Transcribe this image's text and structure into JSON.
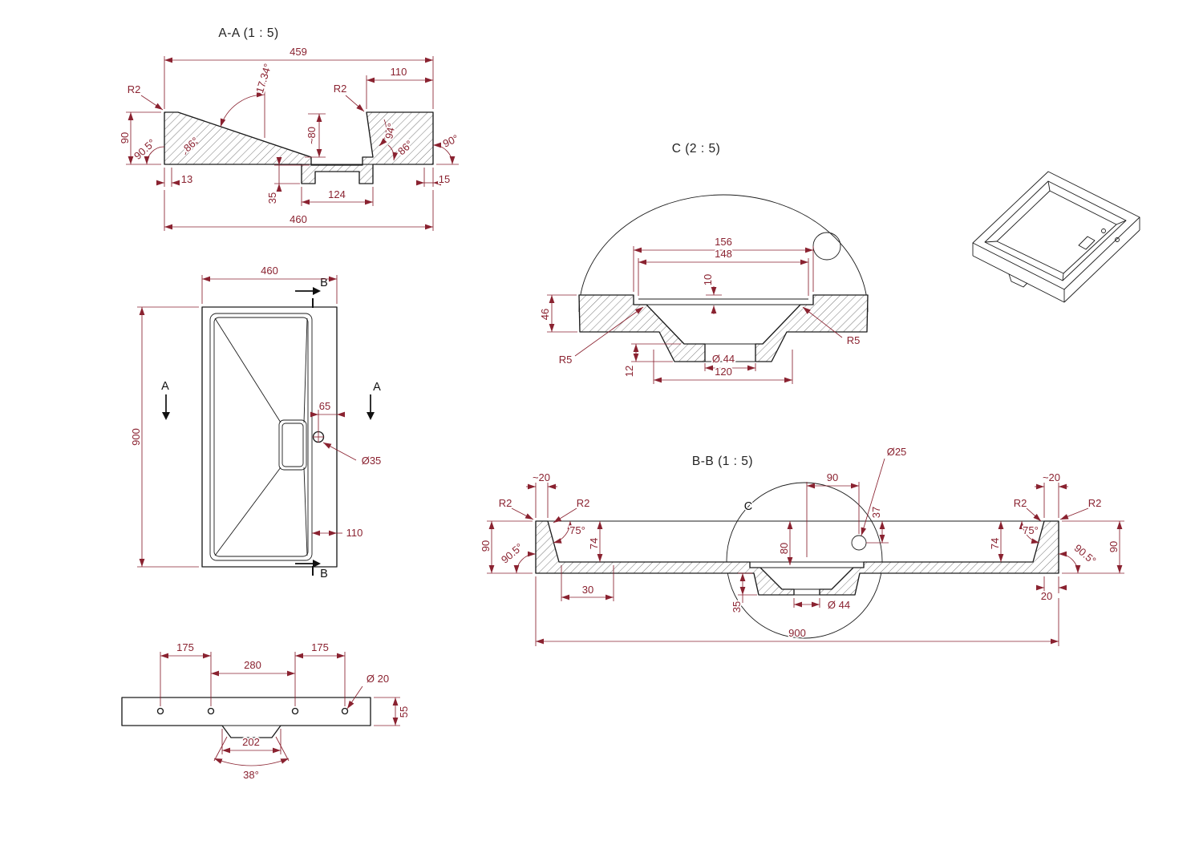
{
  "drawing_type": "technical-drawing-washbasin",
  "colors": {
    "dimension": "#8a2230",
    "geometry": "#1c1c1c"
  },
  "views": {
    "section_aa": {
      "title": "A-A  (1 : 5)",
      "dims": {
        "w459": "459",
        "w110": "110",
        "r2_outer": "R2",
        "r2_inner": "R2",
        "slope_angle": "17.34°",
        "h90": "90",
        "a905": "90.5°",
        "a86l": "86°",
        "h80": "~80",
        "a94": "94°",
        "a86r": "86°",
        "a90": "90°",
        "w13": "13",
        "d35": "35",
        "w124": "124",
        "w15": "15",
        "w460": "460"
      }
    },
    "plan": {
      "marker_a": "A",
      "marker_b": "B",
      "dims": {
        "w460": "460",
        "h900": "900",
        "w65": "65",
        "dia35": "Ø35",
        "w110": "110"
      }
    },
    "mounting": {
      "dims": {
        "p175l": "175",
        "p280": "280",
        "p175r": "175",
        "dia20": "Ø 20",
        "w202": "202",
        "a38": "38°",
        "h55": "55"
      }
    },
    "detail_c": {
      "title": "C  (2 : 5)",
      "dims": {
        "w156": "156",
        "w148": "148",
        "d10": "10",
        "t46": "46",
        "r5l": "R5",
        "r5r": "R5",
        "t12": "12",
        "dia44": "Ø 44",
        "w120": "120"
      }
    },
    "section_bb": {
      "title": "B-B  (1 : 5)",
      "detail_marker": "C",
      "dims": {
        "dia25": "Ø25",
        "w20l": "~20",
        "r2_lo": "R2",
        "r2_li": "R2",
        "a75l": "75°",
        "h90l": "90",
        "a905l": "90.5°",
        "d74l": "74",
        "w30": "30",
        "w90": "90",
        "d37": "37",
        "d80": "80",
        "d35": "35",
        "dia44": "Ø 44",
        "d74r": "74",
        "a75r": "75°",
        "r2_ri": "R2",
        "r2_ro": "R2",
        "w20r": "~20",
        "a905r": "90.5°",
        "h90r": "90",
        "w20b": "20",
        "w900": "900"
      }
    }
  }
}
